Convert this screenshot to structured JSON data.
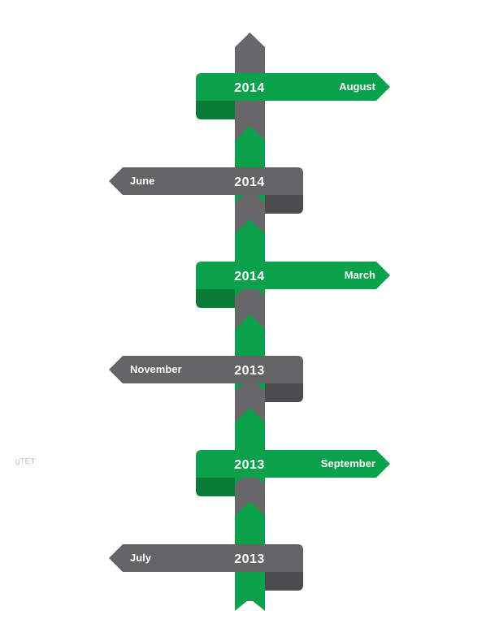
{
  "watermark": "gTET",
  "colors": {
    "green": "#0aa14a",
    "green_dark": "#067a36",
    "gray": "#646466",
    "gray_dark": "#4b4b4d",
    "pole": "#68686a",
    "pole_green": "#0aa14a"
  },
  "milestones": [
    {
      "year": "2014",
      "month": "August",
      "side": "right",
      "color": "green"
    },
    {
      "year": "2014",
      "month": "June",
      "side": "left",
      "color": "gray"
    },
    {
      "year": "2014",
      "month": "March",
      "side": "right",
      "color": "green"
    },
    {
      "year": "2013",
      "month": "November",
      "side": "left",
      "color": "gray"
    },
    {
      "year": "2013",
      "month": "September",
      "side": "right",
      "color": "green"
    },
    {
      "year": "2013",
      "month": "July",
      "side": "left",
      "color": "gray"
    }
  ]
}
